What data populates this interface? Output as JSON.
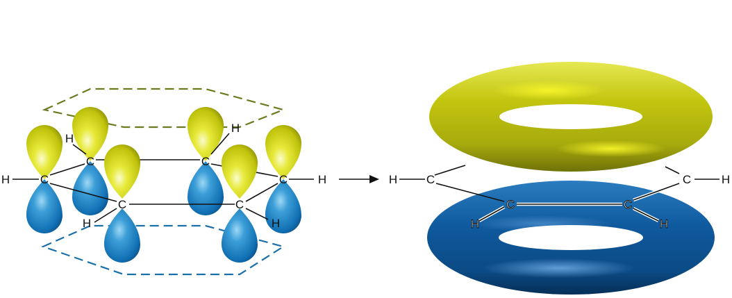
{
  "left_molecule": {
    "carbons": [
      "C",
      "C",
      "C",
      "C",
      "C",
      "C"
    ],
    "hydrogens": [
      "H",
      "H",
      "H",
      "H",
      "H",
      "H"
    ]
  },
  "right_molecule": {
    "carbons": [
      "C",
      "C",
      "C",
      "C"
    ],
    "hydrogens": [
      "H",
      "H",
      "H",
      "H"
    ]
  },
  "colors": {
    "top_lobe": "#d4d90f",
    "top_dash": "#6b7a1e",
    "bottom_lobe": "#1a7fc4",
    "bottom_dash": "#1b6fa8",
    "upper_ring": "#b6b80c",
    "lower_ring": "#0d4f8f"
  },
  "icons": [
    "arrow-right-icon"
  ]
}
